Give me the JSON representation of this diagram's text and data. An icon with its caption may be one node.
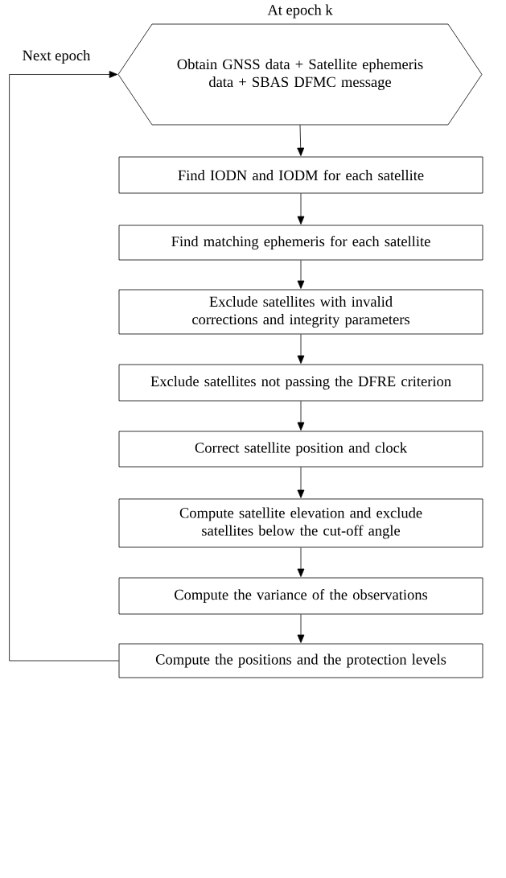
{
  "diagram": {
    "nodes": [
      {
        "text": [
          "Obtain GNSS data + Satellite ephemeris data + SBAS DFMC message"
        ],
        "beside": [
          "At epoch k"
        ]
      },
      {
        "text": [
          "Find IODN and IODM for each satellite"
        ]
      },
      {
        "text": [
          "Find matching ephemeris for each satellite"
        ]
      },
      {
        "text": [
          "Exclude satellites with invalid corrections and integrity parameters"
        ]
      },
      {
        "text": [
          "Exclude satellites not passing the DFRE criterion"
        ]
      },
      {
        "text": [
          "Correct satellite position and clock"
        ]
      },
      {
        "text": [
          "Compute satellite elevation and exclude satellites below the cut-off angle"
        ]
      },
      {
        "text": [
          "Compute the variance of the observations"
        ]
      },
      {
        "text": [
          "Compute the positions and the protection levels"
        ]
      }
    ],
    "edges": [
      {
        "from": 0,
        "to": 1,
        "arrow": "to"
      },
      {
        "from": 1,
        "to": 2,
        "arrow": "to"
      },
      {
        "from": 2,
        "to": 3,
        "arrow": "to"
      },
      {
        "from": 3,
        "to": 4,
        "arrow": "to"
      },
      {
        "from": 4,
        "to": 5,
        "arrow": "to"
      },
      {
        "from": 5,
        "to": 6,
        "arrow": "to"
      },
      {
        "from": 6,
        "to": 7,
        "arrow": "to"
      },
      {
        "from": 7,
        "to": 8,
        "arrow": "to"
      },
      {
        "from": 8,
        "to": 0,
        "arrow": "to",
        "label": "Next epoch"
      }
    ]
  }
}
